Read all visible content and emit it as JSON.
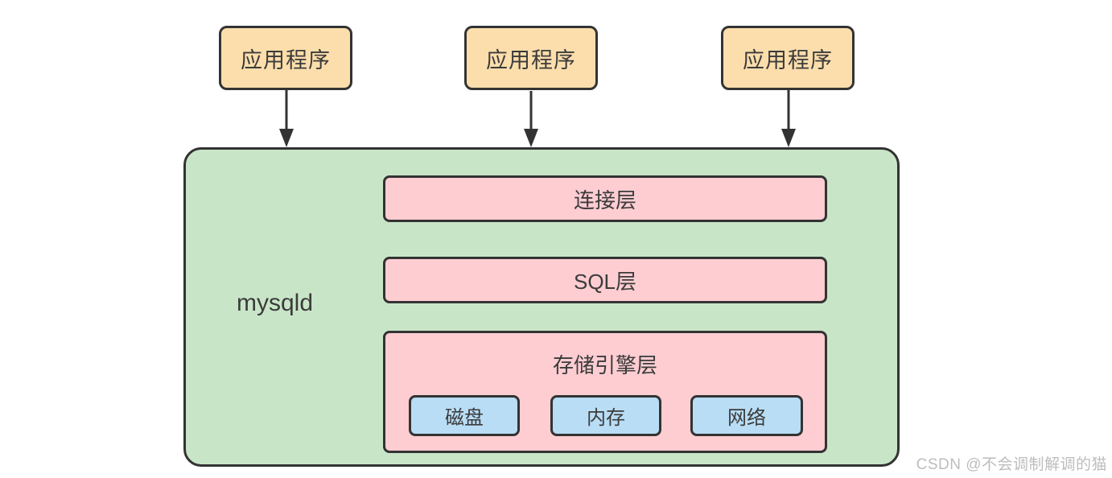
{
  "diagram": {
    "app_boxes": [
      {
        "label": "应用程序"
      },
      {
        "label": "应用程序"
      },
      {
        "label": "应用程序"
      }
    ],
    "container_label": "mysqld",
    "layers": [
      {
        "label": "连接层"
      },
      {
        "label": "SQL层"
      },
      {
        "label": "存储引擎层",
        "children": [
          {
            "label": "磁盘"
          },
          {
            "label": "内存"
          },
          {
            "label": "网络"
          }
        ]
      }
    ],
    "watermark": "CSDN @不会调制解调的猫",
    "colors": {
      "app_box_fill": "#FCDEAC",
      "container_fill": "#C9E5C8",
      "layer_fill": "#FDCDD2",
      "engine_fill": "#B9DDF5",
      "border": "#333333",
      "text": "#3B3B3B",
      "watermark_text": "#BDBDBD",
      "background": "#FFFFFF"
    }
  }
}
